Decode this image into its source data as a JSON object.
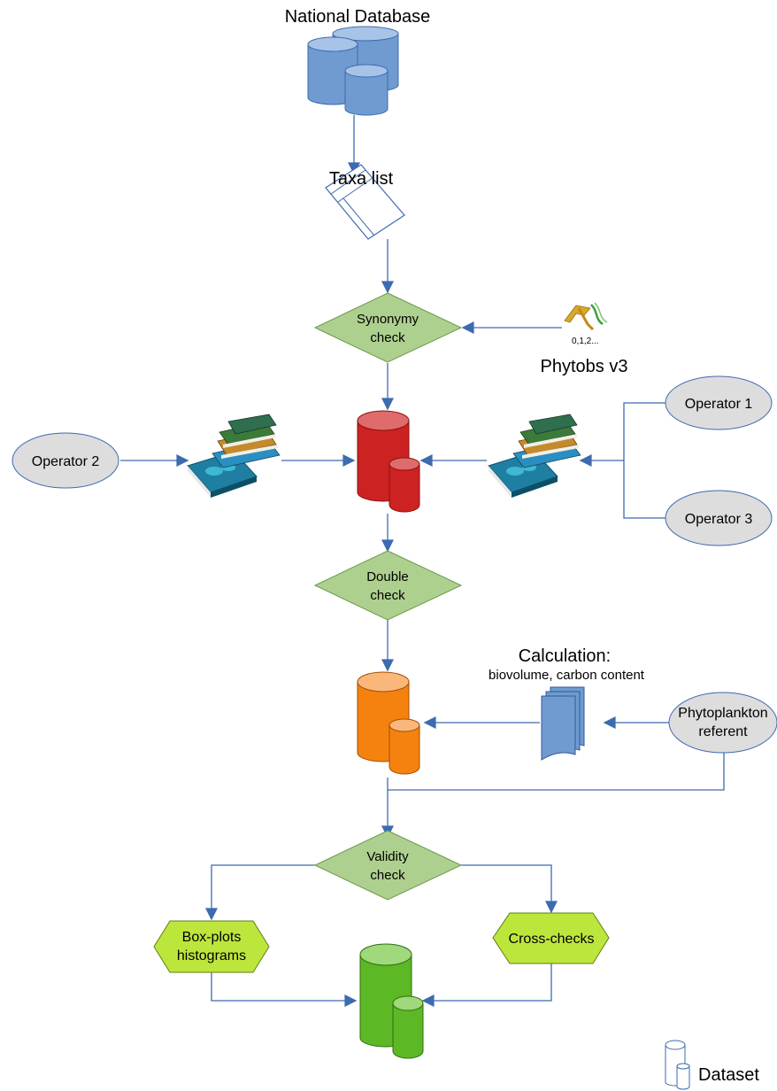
{
  "sources": {
    "national_database": "National Database",
    "taxa_list": "Taxa list",
    "phytobs": "Phytobs v3",
    "phytobs_icon_text": "0,1,2..."
  },
  "checks": {
    "synonymy": [
      "Synonymy",
      "check"
    ],
    "double": [
      "Double",
      "check"
    ],
    "validity": [
      "Validity",
      "check"
    ]
  },
  "operators": {
    "operator1": "Operator 1",
    "operator2": "Operator 2",
    "operator3": "Operator 3"
  },
  "calculation": {
    "title": "Calculation:",
    "subtitle": "biovolume, carbon content"
  },
  "referent": [
    "Phytoplankton",
    "referent"
  ],
  "outputs": {
    "boxplots": [
      "Box-plots",
      "histograms"
    ],
    "crosschecks": "Cross-checks"
  },
  "legend": {
    "dataset": "Dataset"
  },
  "colors": {
    "arrow": "#3d6bb0",
    "database_blue": "#6f9bd1",
    "red_dataset": "#cc2222",
    "orange_dataset": "#f5820f",
    "green_dataset": "#5cb825",
    "decision_fill": "#aed08e",
    "hexagon_fill": "#bde63c",
    "operator_fill": "#dddddd"
  }
}
